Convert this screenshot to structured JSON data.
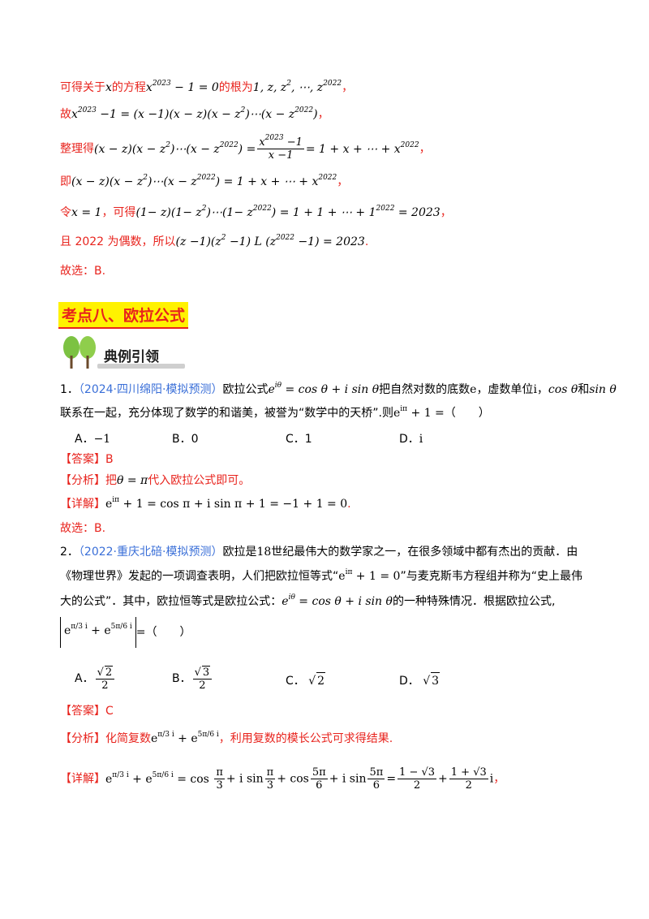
{
  "derivation": {
    "l1_a": "可得关于",
    "l1_b": "的方程",
    "l1_c": "的根为",
    "l2_a": "故",
    "l3_a": "整理得",
    "l4_a": "即",
    "l5_a": "令",
    "l5_b": "，可得",
    "l6_a": "且 2022 为偶数，所以",
    "l7": "故选：B."
  },
  "section": {
    "title": "考点八、欧拉公式",
    "banner": "典例引领"
  },
  "q1": {
    "num": "1．",
    "source": "（2024·四川绵阳·模拟预测）",
    "text_a": "欧拉公式",
    "text_b": "把自然对数的底数",
    "text_c": "，虚数单位",
    "text_d": "，",
    "text_e": "和",
    "line2": "联系在一起，充分体现了数学的和谐美，被誉为“数学中的天桥”.则",
    "line2_end": "（　　）",
    "options": [
      "A．",
      "B．",
      "C．",
      "D．"
    ],
    "opt_vals": [
      "−1",
      "0",
      "1",
      "i"
    ],
    "answer_label": "【答案】",
    "answer": "B",
    "analysis_label": "【分析】",
    "analysis_a": "把",
    "analysis_b": "代入欧拉公式即可。",
    "detail_label": "【详解】",
    "final": "故选：B."
  },
  "q2": {
    "num": "2．",
    "source": "（2022·重庆北碚·模拟预测）",
    "text_a": "欧拉是",
    "text_b": "世纪最伟大的数学家之一，在很多领域中都有杰出的贡献．由",
    "line2_a": "《物理世界》发起的一项调查表明，人们把欧拉恒等式“",
    "line2_b": "”与麦克斯韦方程组并称为“史上最伟",
    "line3_a": "大的公式”．其中，欧拉恒等式是欧拉公式：",
    "line3_b": "的一种特殊情况．根据欧拉公式,",
    "line4_end": "=（　　）",
    "options": [
      "A．",
      "B．",
      "C．",
      "D．"
    ],
    "answer_label": "【答案】",
    "answer": "C",
    "analysis_label": "【分析】",
    "analysis_a": "化简复数",
    "analysis_b": "，利用复数的模长公式可求得结果.",
    "detail_label": "【详解】"
  }
}
